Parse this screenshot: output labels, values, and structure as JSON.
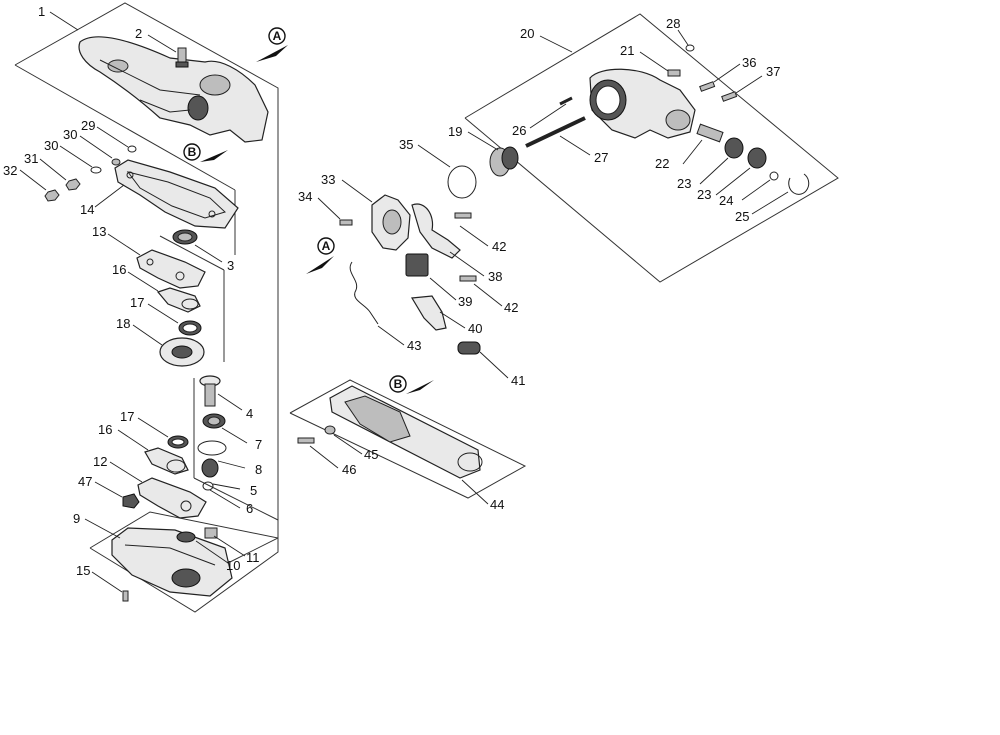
{
  "labels": {
    "p1": "1",
    "p2": "2",
    "p3": "3",
    "p4": "4",
    "p5": "5",
    "p6": "6",
    "p7": "7",
    "p8": "8",
    "p9": "9",
    "p10": "10",
    "p11": "11",
    "p12": "12",
    "p13": "13",
    "p14": "14",
    "p15": "15",
    "p16a": "16",
    "p16b": "16",
    "p17a": "17",
    "p17b": "17",
    "p18": "18",
    "p19": "19",
    "p20": "20",
    "p21": "21",
    "p22": "22",
    "p23a": "23",
    "p23b": "23",
    "p24": "24",
    "p25": "25",
    "p26": "26",
    "p27": "27",
    "p28": "28",
    "p29": "29",
    "p30a": "30",
    "p30b": "30",
    "p31": "31",
    "p32": "32",
    "p33": "33",
    "p34": "34",
    "p35": "35",
    "p36": "36",
    "p37": "37",
    "p38": "38",
    "p39": "39",
    "p40": "40",
    "p41": "41",
    "p42a": "42",
    "p42b": "42",
    "p43": "43",
    "p44": "44",
    "p45": "45",
    "p46": "46",
    "p47": "47"
  },
  "refs": {
    "a1": "A",
    "a2": "A",
    "b1": "B",
    "b2": "B"
  }
}
